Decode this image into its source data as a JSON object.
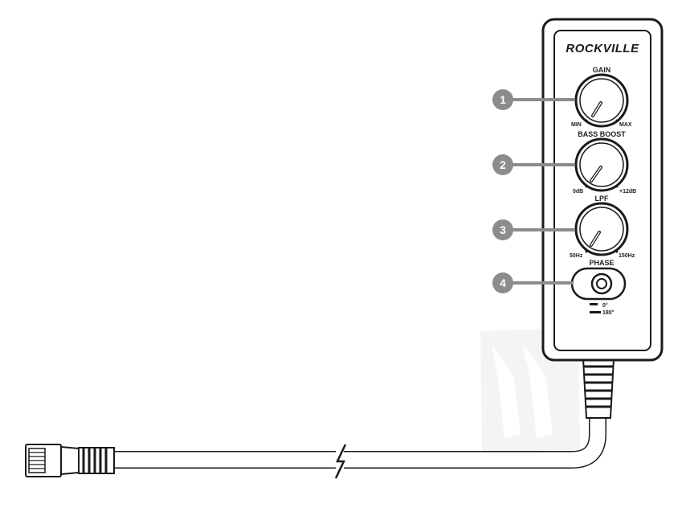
{
  "brand": "ROCKVILLE",
  "knobs": [
    {
      "title": "GAIN",
      "left": "MIN",
      "right": "MAX"
    },
    {
      "title": "BASS BOOST",
      "left": "0dB",
      "right": "+12dB"
    },
    {
      "title": "LPF",
      "left": "50Hz",
      "right": "150Hz"
    }
  ],
  "phase": {
    "title": "PHASE",
    "pos_a": "0°",
    "pos_b": "180°"
  },
  "callouts": [
    "1",
    "2",
    "3",
    "4"
  ],
  "colors": {
    "callout": "#8c8c8c",
    "outline": "#1a1a1a",
    "watermark": "#eeeeee"
  }
}
